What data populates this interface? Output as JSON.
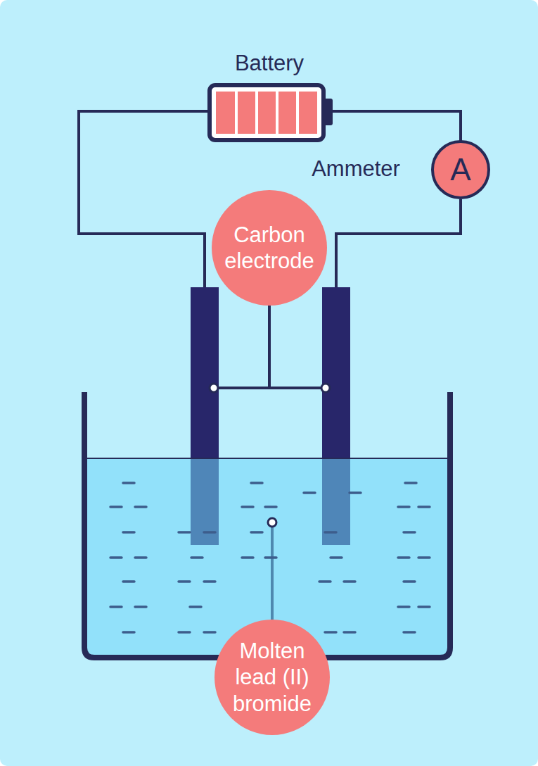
{
  "diagram": {
    "nodes": [
      {
        "text": [
          "A"
        ]
      },
      {
        "text": [
          "Carbon electrode"
        ]
      },
      {
        "text": [
          "Molten lead (II) bromide"
        ]
      }
    ],
    "labels": [
      "Battery",
      "Ammeter"
    ]
  }
}
